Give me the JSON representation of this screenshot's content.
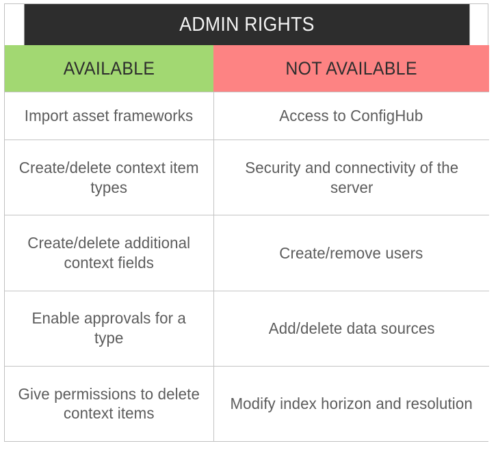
{
  "table": {
    "title": "ADMIN RIGHTS",
    "columns": [
      {
        "key": "available",
        "label": "AVAILABLE",
        "color": "#a2d872"
      },
      {
        "key": "unavailable",
        "label": "NOT AVAILABLE",
        "color": "#fd8383"
      }
    ],
    "title_bar_color": "#2d2d2d",
    "title_text_color": "#f4f4f4",
    "body_text_color": "#5c5c5c",
    "border_color": "#c3c3c3",
    "rows": [
      {
        "available": "Import asset frameworks",
        "unavailable": "Access to ConfigHub"
      },
      {
        "available": "Create/delete context item types",
        "unavailable": "Security and connectivity of the server"
      },
      {
        "available": "Create/delete additional context fields",
        "unavailable": "Create/remove users"
      },
      {
        "available": "Enable approvals for a type",
        "unavailable": "Add/delete data sources"
      },
      {
        "available": "Give permissions to delete context items",
        "unavailable": "Modify index horizon and resolution"
      }
    ]
  }
}
